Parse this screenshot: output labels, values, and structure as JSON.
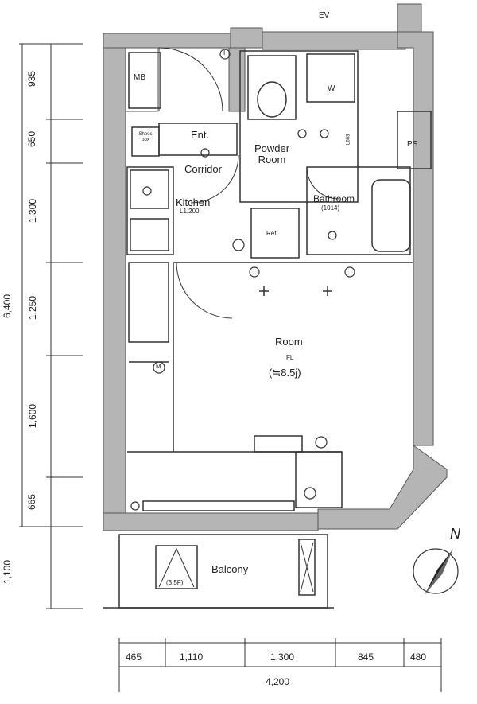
{
  "labels": {
    "ev": "EV",
    "mb": "MB",
    "ps": "PS",
    "w": "W",
    "shoes_box": [
      "Shoes",
      "box"
    ],
    "ent": "Ent.",
    "corridor": "Corridor",
    "powder_room": [
      "Powder",
      "Room"
    ],
    "kitchen": "Kitchen",
    "kitchen_size": "L1,200",
    "bathroom": "Bathroom",
    "bathroom_size": "(1014)",
    "ref": "Ref.",
    "room": "Room",
    "room_fl": "FL",
    "room_area": "(≒8.5j)",
    "balcony": "Balcony",
    "balcony_unit": "(3.5F)",
    "i_mark": "I",
    "m_mark": "M",
    "l_mark": "L603"
  },
  "dimensions": {
    "vertical_segments": [
      "935",
      "650",
      "1,300",
      "1,250",
      "1,600",
      "665"
    ],
    "vertical_total": "6,400",
    "balcony_depth": "1,100",
    "horizontal_segments": [
      "465",
      "1,110",
      "1,300",
      "845",
      "480"
    ],
    "horizontal_total": "4,200"
  },
  "compass": {
    "north": "N"
  },
  "colors": {
    "wall": "#b5b5b5",
    "line": "#333333",
    "background": "#ffffff"
  }
}
